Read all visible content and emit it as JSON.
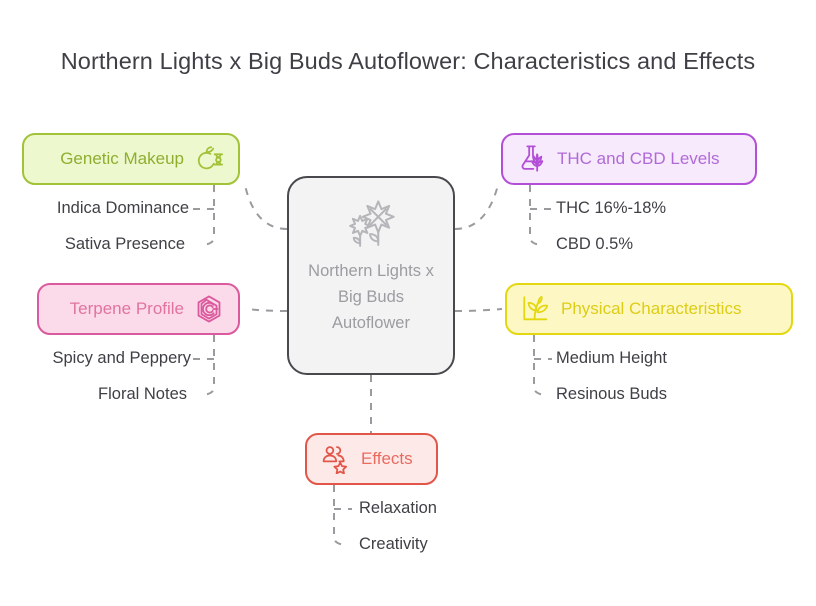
{
  "title": "Northern Lights x Big Buds Autoflower: Characteristics and Effects",
  "colors": {
    "background": "#ffffff",
    "title_text": "#3f3f46",
    "leaf_text": "#3f3f46",
    "connector": "#9b9b9f",
    "center_border": "#49494d",
    "center_fill": "#f3f3f4",
    "center_text": "#9c9ca1",
    "green_border": "#a2c238",
    "green_fill": "#eef8cf",
    "green_text": "#8fae2e",
    "pink_border": "#db5a9d",
    "pink_fill": "#fbdbea",
    "pink_text": "#e2739f",
    "purple_border": "#b34fd6",
    "purple_fill": "#f7eafc",
    "purple_text": "#b06ad8",
    "yellow_border": "#e3d80f",
    "yellow_fill": "#fdf7c3",
    "yellow_text": "#ddcd16",
    "red_border": "#e2564a",
    "red_fill": "#fdeae8",
    "red_text": "#ea6a60"
  },
  "center": {
    "label": "Northern Lights x Big Buds Autoflower",
    "icon": "flower-sparkle-icon"
  },
  "branches": [
    {
      "id": "genetic",
      "label": "Genetic Makeup",
      "icon": "dna-seed-icon",
      "side": "left",
      "children": [
        {
          "label": "Indica Dominance"
        },
        {
          "label": "Sativa Presence"
        }
      ]
    },
    {
      "id": "terpene",
      "label": "Terpene Profile",
      "icon": "hexagon-spiral-icon",
      "side": "left",
      "children": [
        {
          "label": "Spicy and Peppery"
        },
        {
          "label": "Floral Notes"
        }
      ]
    },
    {
      "id": "thc",
      "label": "THC and CBD Levels",
      "icon": "flask-leaf-icon",
      "side": "right",
      "children": [
        {
          "label": "THC 16%-18%"
        },
        {
          "label": "CBD 0.5%"
        }
      ]
    },
    {
      "id": "physical",
      "label": "Physical Characteristics",
      "icon": "sprout-icon",
      "side": "right",
      "children": [
        {
          "label": "Medium Height"
        },
        {
          "label": "Resinous Buds"
        }
      ]
    },
    {
      "id": "effects",
      "label": "Effects",
      "icon": "people-star-icon",
      "side": "bottom",
      "children": [
        {
          "label": "Relaxation"
        },
        {
          "label": "Creativity"
        }
      ]
    }
  ]
}
